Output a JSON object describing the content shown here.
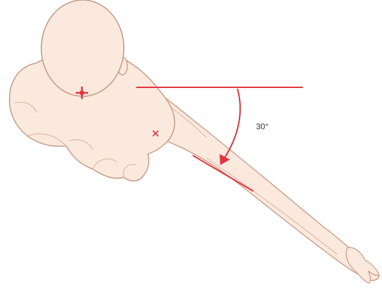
{
  "diagram": {
    "angle_label": "30°",
    "colors": {
      "line": "#e0343f",
      "skin_fill": "#fbe9de",
      "skin_outline": "#c79a86",
      "label": "#333333"
    },
    "markers": [
      "cross-marker",
      "x-marker"
    ]
  }
}
